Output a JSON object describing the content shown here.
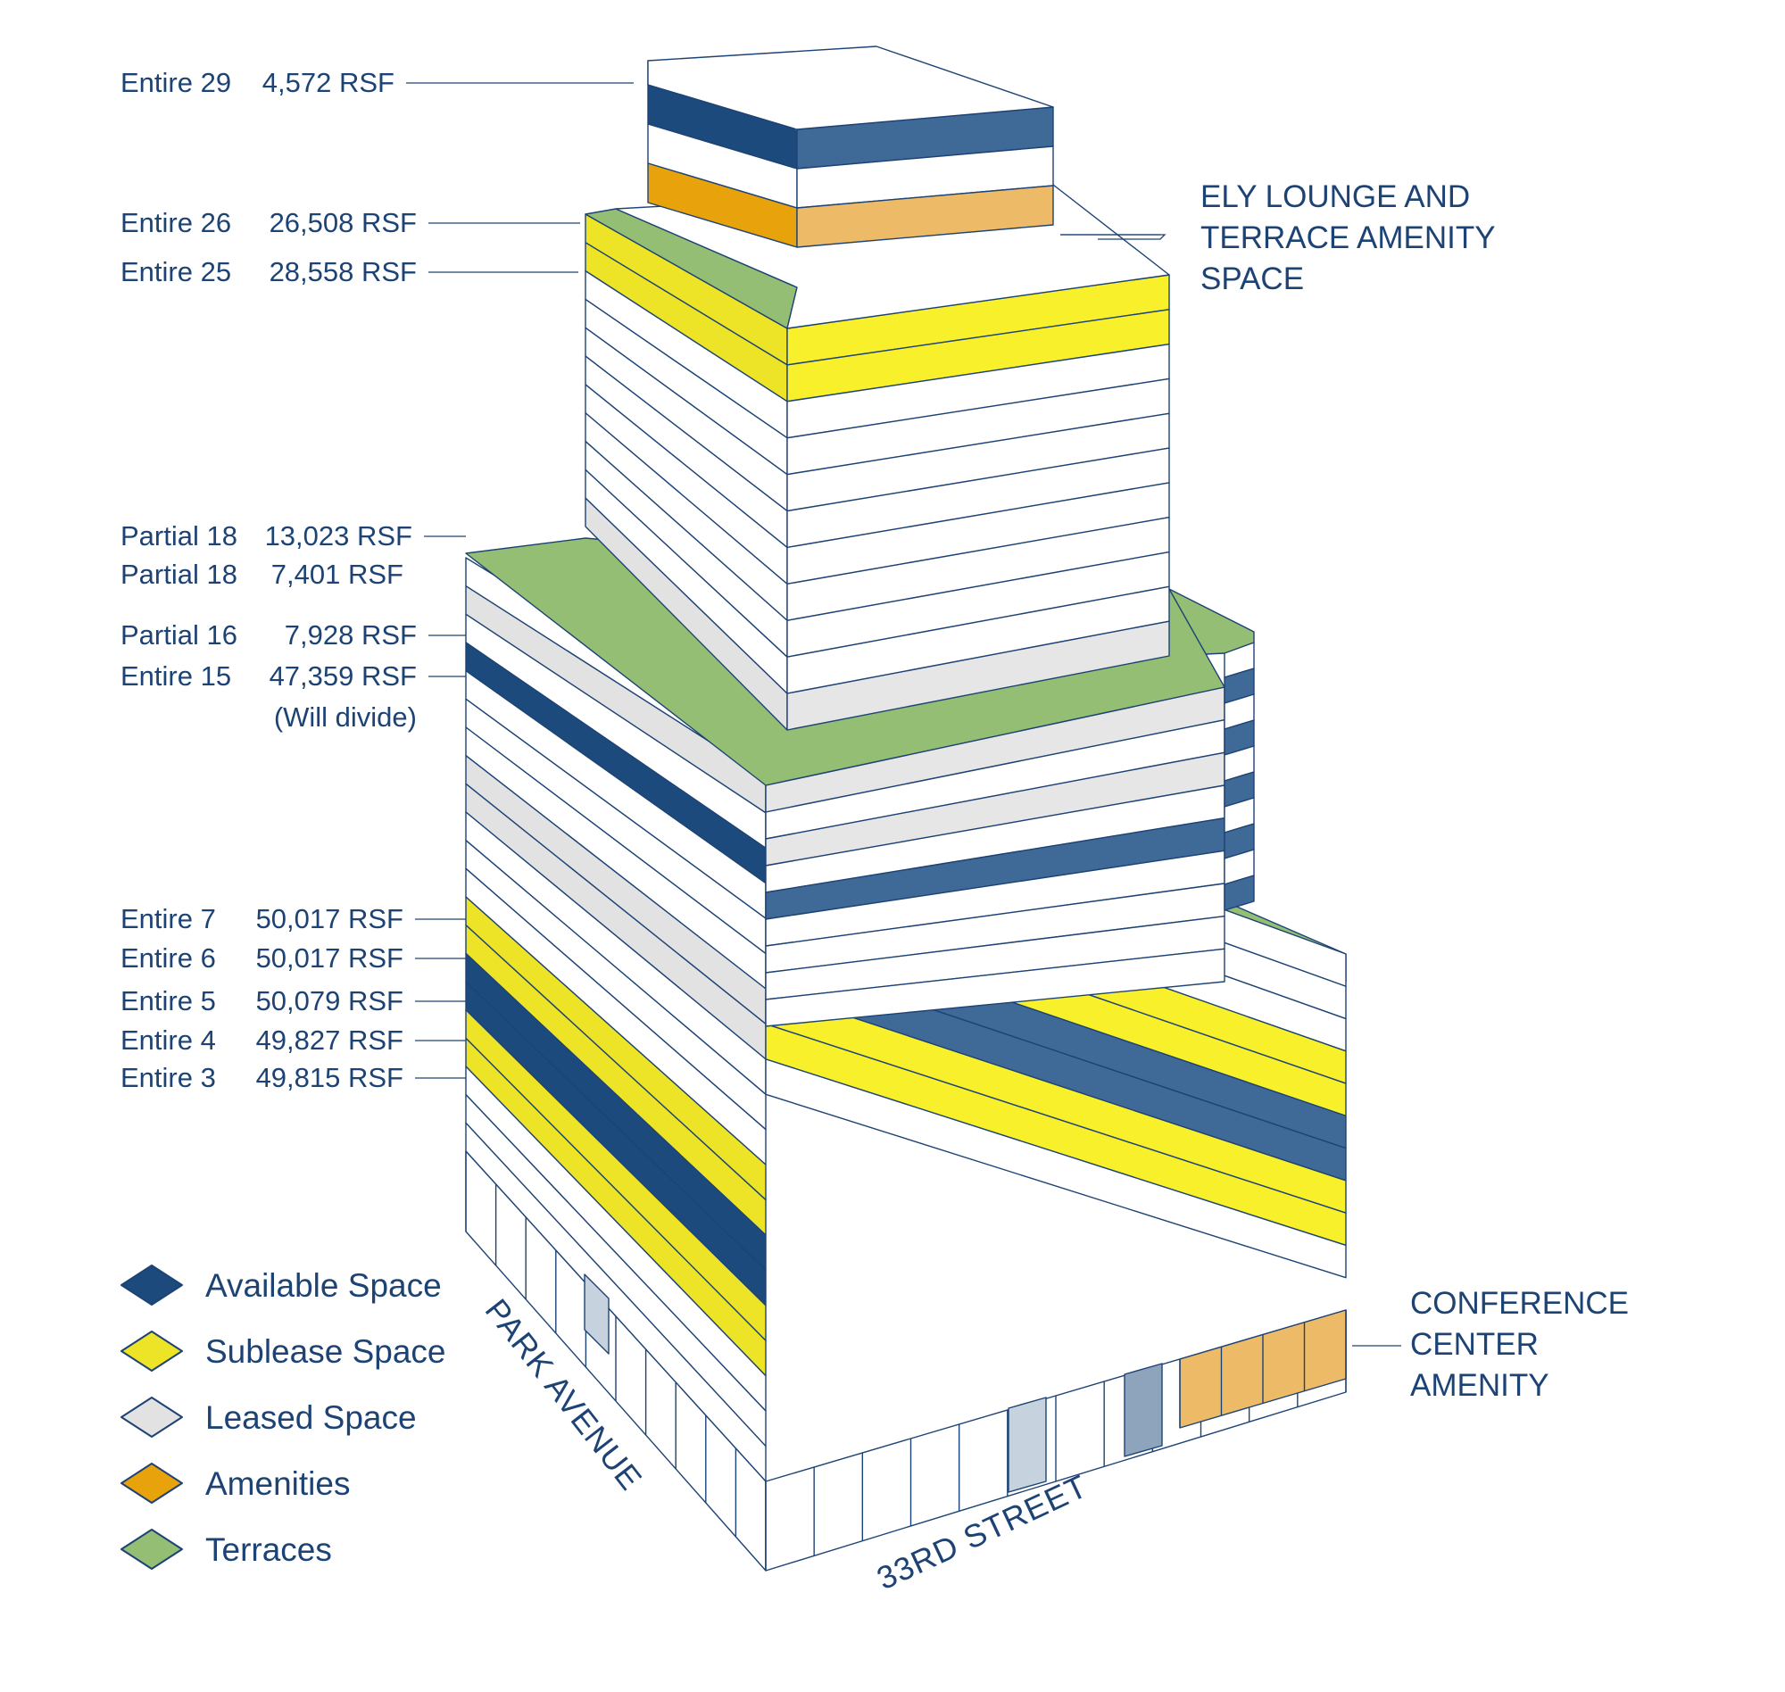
{
  "colors": {
    "available": "#1c4a7c",
    "available_side": "#3f6a97",
    "sublease": "#ede427",
    "sublease_side": "#f7f02a",
    "leased": "#e2e2e3",
    "leased_side": "#e6e6e7",
    "amenities": "#e8a20b",
    "amenities_side": "#edbb67",
    "terraces": "#93be73",
    "outline": "#1d4375",
    "white": "#ffffff"
  },
  "floor_labels": [
    {
      "floor": "Entire 29",
      "area": "4,572 RSF"
    },
    {
      "floor": "Entire 26",
      "area": "26,508 RSF"
    },
    {
      "floor": "Entire 25",
      "area": "28,558 RSF"
    },
    {
      "floor": "Partial 18",
      "area": "13,023 RSF"
    },
    {
      "floor": "Partial 18",
      "area": "7,401 RSF"
    },
    {
      "floor": "Partial 16",
      "area": "7,928 RSF"
    },
    {
      "floor": "Entire 15",
      "area": "47,359 RSF",
      "note": "(Will divide)"
    },
    {
      "floor": "Entire 7",
      "area": "50,017 RSF"
    },
    {
      "floor": "Entire 6",
      "area": "50,017 RSF"
    },
    {
      "floor": "Entire 5",
      "area": "50,079 RSF"
    },
    {
      "floor": "Entire 4",
      "area": "49,827 RSF"
    },
    {
      "floor": "Entire 3",
      "area": "49,815 RSF"
    }
  ],
  "callouts": {
    "ely_lounge": [
      "ELY LOUNGE AND",
      "TERRACE AMENITY",
      "SPACE"
    ],
    "conference": [
      "CONFERENCE",
      "CENTER",
      "AMENITY"
    ]
  },
  "streets": {
    "park": "PARK AVENUE",
    "thirty_third": "33RD STREET"
  },
  "legend": [
    {
      "label": "Available Space",
      "color_key": "available"
    },
    {
      "label": "Sublease Space",
      "color_key": "sublease"
    },
    {
      "label": "Leased Space",
      "color_key": "leased"
    },
    {
      "label": "Amenities",
      "color_key": "amenities"
    },
    {
      "label": "Terraces",
      "color_key": "terraces"
    }
  ]
}
